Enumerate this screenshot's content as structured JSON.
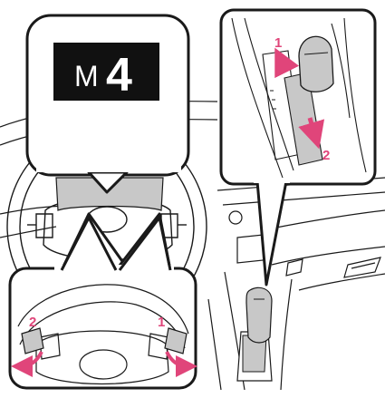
{
  "display": {
    "mode_letter": "M",
    "gear_number": "4"
  },
  "shifter_callout": {
    "upshift_label": "1",
    "downshift_label": "2"
  },
  "paddle_callout": {
    "left_paddle_label": "2",
    "right_paddle_label": "1"
  },
  "colors": {
    "arrow_pink": "#e0457a",
    "badge_black": "#111111",
    "panel_grey": "#c8c8c8",
    "line": "#1a1a1a"
  }
}
